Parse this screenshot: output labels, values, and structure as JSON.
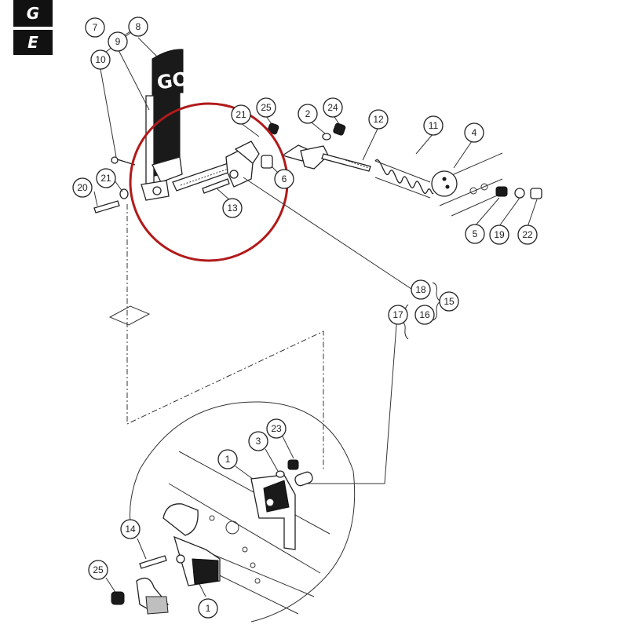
{
  "section_tags": [
    "G",
    "E"
  ],
  "decal_text": "GO",
  "callouts": [
    {
      "label": "7"
    },
    {
      "label": "8"
    },
    {
      "label": "9"
    },
    {
      "label": "10"
    },
    {
      "label": "21"
    },
    {
      "label": "25"
    },
    {
      "label": "2"
    },
    {
      "label": "24"
    },
    {
      "label": "12"
    },
    {
      "label": "11"
    },
    {
      "label": "4"
    },
    {
      "label": "20"
    },
    {
      "label": "21"
    },
    {
      "label": "6"
    },
    {
      "label": "13"
    },
    {
      "label": "5"
    },
    {
      "label": "19"
    },
    {
      "label": "22"
    },
    {
      "label": "18"
    },
    {
      "label": "15"
    },
    {
      "label": "17"
    },
    {
      "label": "16"
    },
    {
      "label": "3"
    },
    {
      "label": "23"
    },
    {
      "label": "1"
    },
    {
      "label": "14"
    },
    {
      "label": "25"
    },
    {
      "label": "1"
    }
  ],
  "colors": {
    "highlight_circle": "#b11a1a",
    "ink": "#222222",
    "tag_bg": "#111111"
  }
}
